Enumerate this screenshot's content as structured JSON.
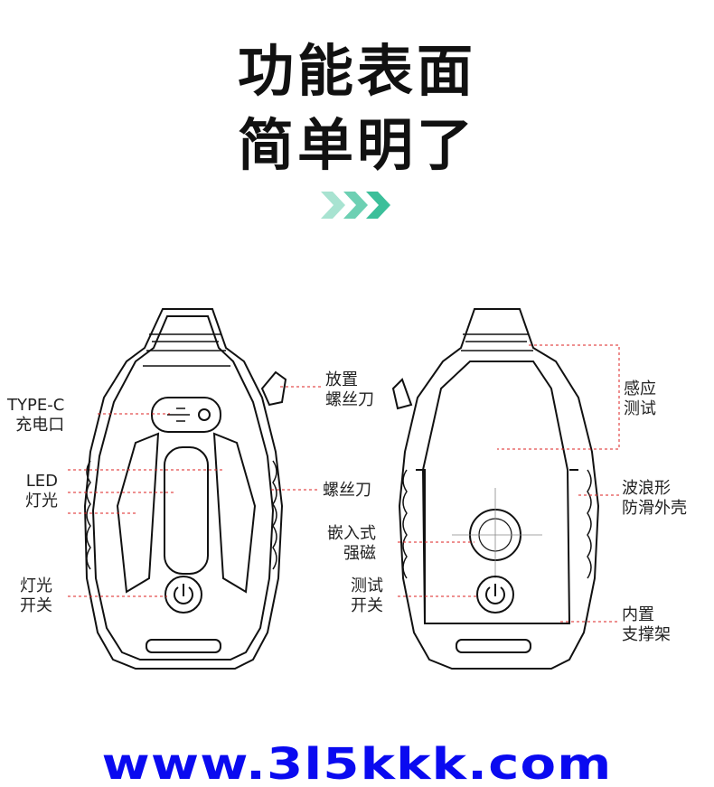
{
  "heading": {
    "line1": "功能表面",
    "line2": "简单明了"
  },
  "accent_color": "#3cbf9a",
  "left_device": {
    "labels": {
      "typec": "TYPE-C\n充电口",
      "led": "LED\n灯光",
      "light_switch": "灯光\n开关",
      "screwdriver_storage": "放置\n螺丝刀",
      "screwdriver": "螺丝刀"
    }
  },
  "right_device": {
    "labels": {
      "sensor": "感应\n测试",
      "wave_shell": "波浪形\n防滑外壳",
      "magnet": "嵌入式\n强磁",
      "test_switch": "测试\n开关",
      "bracket": "内置\n支撑架"
    }
  },
  "watermark": "www.3l5kkk.com"
}
